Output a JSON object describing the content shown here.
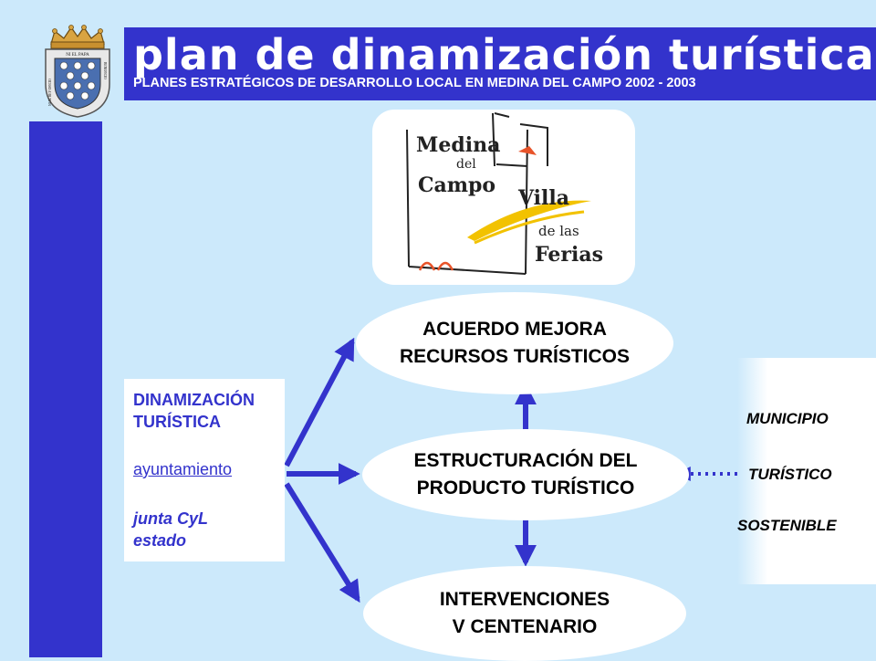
{
  "header": {
    "title": "plan de dinamización turística",
    "subtitle": "PLANES ESTRATÉGICOS DE DESARROLLO LOCAL EN MEDINA DEL CAMPO  2002 - 2003"
  },
  "crest": {
    "motto_top": "NI EL PAPA",
    "motto_left": "NI EL REY OFICIO",
    "motto_right": "BENEFICIO"
  },
  "logo": {
    "line1": "Medina",
    "line2": "del",
    "line3": "Campo",
    "line4": "Villa",
    "line5": "de las",
    "line6": "Ferias"
  },
  "left_panel": {
    "heading_line1": "DINAMIZACIÓN",
    "heading_line2": "TURÍSTICA",
    "link": "ayuntamiento",
    "item1": "junta CyL",
    "item2": "estado"
  },
  "nodes": {
    "acuerdo_line1": "ACUERDO MEJORA",
    "acuerdo_line2": "RECURSOS TURÍSTICOS",
    "estructuracion_line1": "ESTRUCTURACIÓN DEL",
    "estructuracion_line2": "PRODUCTO TURÍSTICO",
    "intervenciones_line1": "INTERVENCIONES",
    "intervenciones_line2": "V CENTENARIO"
  },
  "right_panel": {
    "line1": "MUNICIPIO",
    "line2": "TURÍSTICO",
    "line3": "SOSTENIBLE"
  },
  "colors": {
    "background": "#cce9fb",
    "accent_blue": "#3333cc",
    "logo_gold": "#f2c200",
    "logo_red": "#e8542a"
  }
}
